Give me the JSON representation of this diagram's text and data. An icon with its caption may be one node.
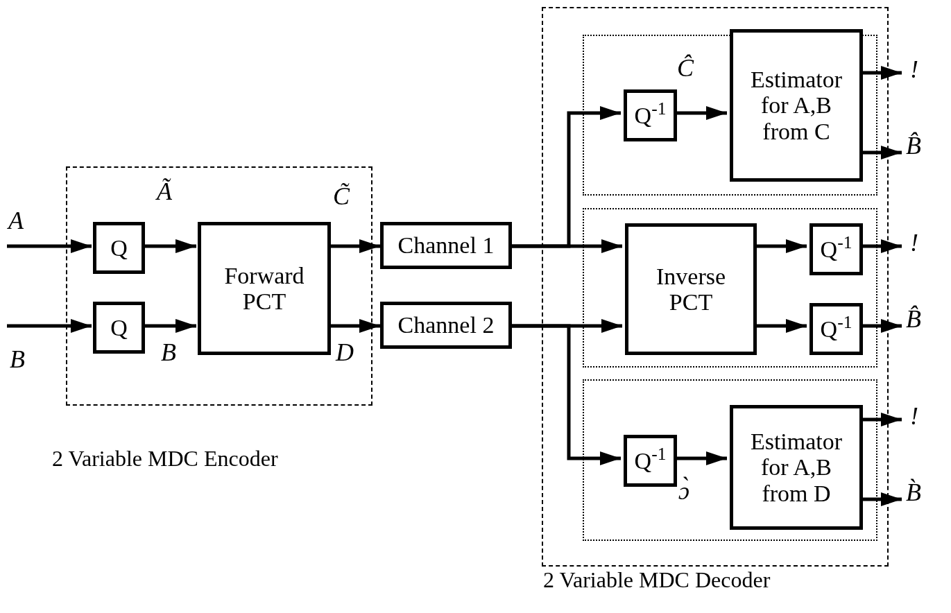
{
  "diagram": {
    "nodes": [
      {
        "text": [],
        "shape": "box",
        "beside": [
          "2 Variable MDC Encoder"
        ]
      },
      {
        "text": [
          "Q"
        ],
        "in": 0
      },
      {
        "text": [
          "Q"
        ],
        "in": 0
      },
      {
        "text": [
          "Forward PCT"
        ],
        "in": 0
      },
      {
        "text": [
          "Channel 1"
        ]
      },
      {
        "text": [
          "Channel 2"
        ]
      },
      {
        "text": [],
        "shape": "box",
        "beside": [
          "2 Variable MDC Decoder"
        ]
      },
      {
        "text": [],
        "shape": "box",
        "in": 6
      },
      {
        "text": [
          "Q$^{-1}$"
        ],
        "in": 7
      },
      {
        "text": [
          "Estimator for A,B from C"
        ],
        "in": 7
      },
      {
        "text": [],
        "shape": "box",
        "in": 6
      },
      {
        "text": [
          "Inverse PCT"
        ],
        "in": 10
      },
      {
        "text": [
          "Q$^{-1}$"
        ],
        "in": 10
      },
      {
        "text": [
          "Q$^{-1}$"
        ],
        "in": 10
      },
      {
        "text": [],
        "shape": "box",
        "in": 6
      },
      {
        "text": [
          "Q$^{-1}$"
        ],
        "in": 14
      },
      {
        "text": [
          "Estimator for A,B from D"
        ],
        "in": 14
      }
    ],
    "edges": [
      {
        "from": null,
        "to": 1,
        "arrow": "to",
        "label": "A"
      },
      {
        "from": null,
        "to": 2,
        "arrow": "to",
        "label": "B"
      },
      {
        "from": 1,
        "to": 3,
        "arrow": "to",
        "label": "Ã"
      },
      {
        "from": 2,
        "to": 3,
        "arrow": "to",
        "label": "B"
      },
      {
        "from": 3,
        "to": 4,
        "arrow": "to",
        "label": "C̃"
      },
      {
        "from": 3,
        "to": 5,
        "arrow": "to",
        "label": "D"
      },
      {
        "from": 4,
        "to": 8,
        "arrow": "to"
      },
      {
        "from": 4,
        "to": 11,
        "arrow": "to"
      },
      {
        "from": 5,
        "to": 11,
        "arrow": "to"
      },
      {
        "from": 5,
        "to": 15,
        "arrow": "to"
      },
      {
        "from": 8,
        "to": 9,
        "arrow": "to",
        "label": "Ĉ"
      },
      {
        "from": 15,
        "to": 16,
        "arrow": "to",
        "label": "ɔ̀"
      },
      {
        "from": 9,
        "to": null,
        "arrow": "to",
        "label": "!"
      },
      {
        "from": 9,
        "to": null,
        "arrow": "to",
        "label": "B̂"
      },
      {
        "from": 11,
        "to": 12,
        "arrow": "to"
      },
      {
        "from": 11,
        "to": 13,
        "arrow": "to"
      },
      {
        "from": 12,
        "to": null,
        "arrow": "to",
        "label": "!"
      },
      {
        "from": 13,
        "to": null,
        "arrow": "to",
        "label": "B̂"
      },
      {
        "from": 16,
        "to": null,
        "arrow": "to",
        "label": "!"
      },
      {
        "from": 16,
        "to": null,
        "arrow": "to",
        "label": "B̀"
      }
    ]
  }
}
